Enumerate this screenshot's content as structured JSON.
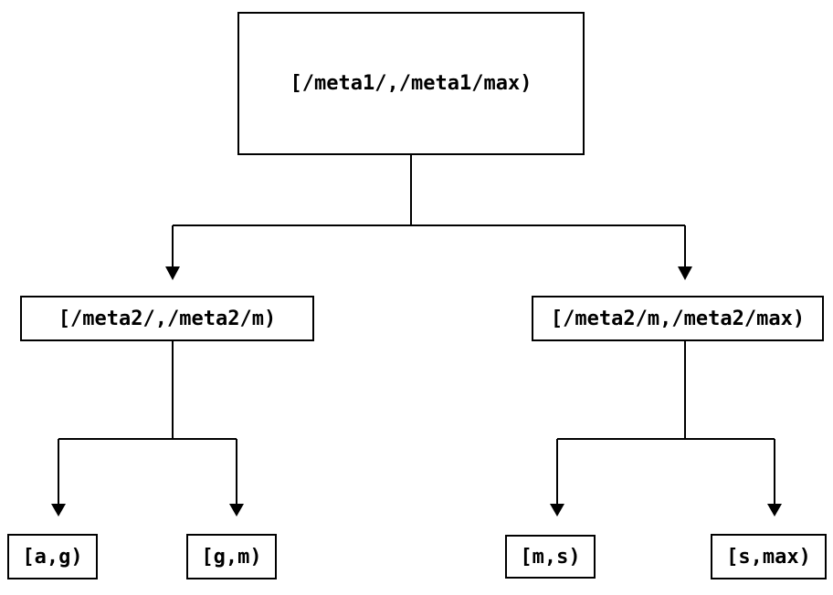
{
  "diagram_type": "tree",
  "background": "#ffffff",
  "colors": {
    "line": "#000000",
    "node_border": "#000000",
    "node_fill": "#ffffff",
    "text": "#000000"
  },
  "nodes": {
    "root": {
      "label": "[/meta1/,/meta1/max)"
    },
    "left": {
      "label": "[/meta2/,/meta2/m)"
    },
    "right": {
      "label": "[/meta2/m,/meta2/max)"
    },
    "leaf_ag": {
      "label": "[a,g)"
    },
    "leaf_gm": {
      "label": "[g,m)"
    },
    "leaf_ms": {
      "label": "[m,s)"
    },
    "leaf_smax": {
      "label": "[s,max)"
    }
  },
  "edges": [
    {
      "from": "root",
      "to": "left"
    },
    {
      "from": "root",
      "to": "right"
    },
    {
      "from": "left",
      "to": "leaf_ag"
    },
    {
      "from": "left",
      "to": "leaf_gm"
    },
    {
      "from": "right",
      "to": "leaf_ms"
    },
    {
      "from": "right",
      "to": "leaf_smax"
    }
  ]
}
